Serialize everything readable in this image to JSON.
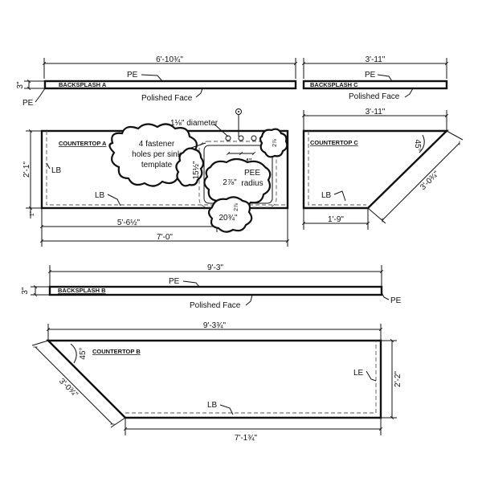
{
  "backsplash_a": {
    "title": "BACKSPLASH A",
    "width": "6'-10¾\"",
    "height": "3\"",
    "edge_top": "PE",
    "edge_side": "PE",
    "face": "Polished Face"
  },
  "backsplash_c": {
    "title": "BACKSPLASH C",
    "width": "3'-11\"",
    "edge_top": "PE",
    "face": "Polished Face"
  },
  "countertop_a": {
    "title": "COUNTERTOP A",
    "depth": "2'-1\"",
    "overhang": "1\"",
    "edge_back": "LB",
    "edge_front": "LB",
    "width_to_sink": "5'-6½\"",
    "width": "7'-0\"",
    "fastener_note": [
      "4 fastener",
      "holes per sink",
      "template"
    ],
    "hole_note": "1⅛\" diameter",
    "radius_note": [
      "PEE",
      "radius"
    ],
    "sink_depth": "15½\"",
    "sink_setback": "2⅞\"",
    "hole_spacing_left": "4\"",
    "hole_spacing_right": "4\"",
    "sink_width": "20¾\"",
    "small_dim_1": "2⅞",
    "small_dim_2": "2⅞"
  },
  "countertop_c": {
    "title": "COUNTERTOP C",
    "width": "3'-11\"",
    "angle": "45°",
    "diag": "3'-0¾\"",
    "edge": "LB",
    "front": "1'-9\""
  },
  "backsplash_b": {
    "title": "BACKSPLASH B",
    "width": "9'-3\"",
    "height": "3\"",
    "edge_top": "PE",
    "edge_side": "PE",
    "face": "Polished Face"
  },
  "countertop_b": {
    "title": "COUNTERTOP B",
    "width": "9'-3¾\"",
    "angle": "45°",
    "diag": "3'-0¾\"",
    "depth": "2'-2\"",
    "edge_front": "LB",
    "edge_side": "LE",
    "bottom": "7'-1¾\""
  }
}
